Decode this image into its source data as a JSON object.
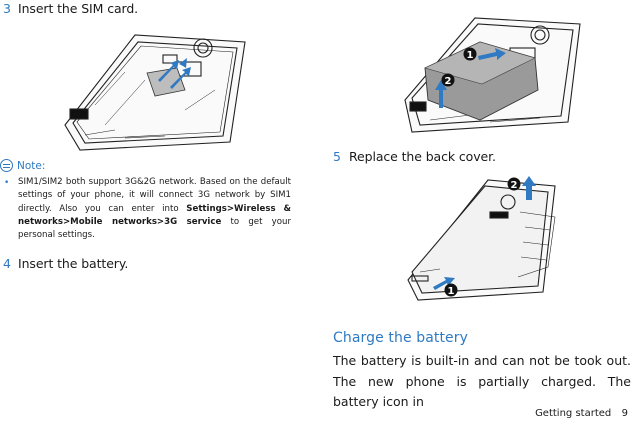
{
  "steps": [
    {
      "num": "3",
      "text": "Insert the SIM card."
    },
    {
      "num": "4",
      "text": "Insert the battery."
    },
    {
      "num": "5",
      "text": "Replace the back cover."
    }
  ],
  "note": {
    "label": "Note:",
    "bullet_prefix": "SIM1/SIM2 both support 3G&2G network. Based on the default settings of your phone, it will connect 3G network by SIM1 directly. Also you can enter into ",
    "bullet_bold": "Settings>Wireless & networks>Mobile networks>3G service",
    "bullet_suffix": " to get your personal settings."
  },
  "section": {
    "title": "Charge the battery",
    "paragraph": "The battery is built-in and can not be took out. The new phone is partially charged. The battery icon in"
  },
  "figures": {
    "battery_marks": [
      "1",
      "2"
    ],
    "cover_marks": [
      "2",
      "1"
    ]
  },
  "footer": {
    "label": "Getting started",
    "page": "9"
  },
  "colors": {
    "accent": "#2f7ac2",
    "arrow": "#2f7ac2"
  }
}
